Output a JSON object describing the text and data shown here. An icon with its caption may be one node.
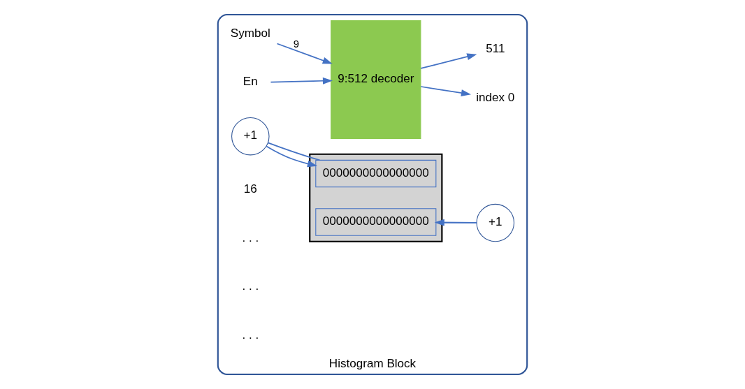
{
  "diagram": {
    "nodes": [
      {
        "text": [
          "Histogram Block"
        ]
      },
      {
        "text": [
          "Symbol"
        ],
        "in": 0
      },
      {
        "text": [
          "En"
        ],
        "in": 0
      },
      {
        "text": [
          "9:512 decoder"
        ],
        "in": 0
      },
      {
        "text": [
          "index 0"
        ],
        "in": 0
      },
      {
        "text": [
          "511"
        ],
        "in": 0
      },
      {
        "text": [
          "+1"
        ],
        "in": 0
      },
      {
        "text": [],
        "shape": "box",
        "in": 0
      },
      {
        "text": [
          "0000000000000000"
        ],
        "in": 7
      },
      {
        "text": [
          "0000000000000000"
        ],
        "in": 7
      },
      {
        "text": [
          "+1"
        ],
        "in": 0
      }
    ],
    "edges": [
      {
        "from": 1,
        "to": 3,
        "arrow": "to",
        "label": "9"
      },
      {
        "from": 2,
        "to": 3,
        "arrow": "to"
      },
      {
        "from": 3,
        "to": 4,
        "arrow": "to"
      },
      {
        "from": 3,
        "to": 5,
        "arrow": "to"
      },
      {
        "from": 8,
        "to": 6,
        "arrow": "none"
      },
      {
        "from": 6,
        "to": 8,
        "arrow": "to"
      },
      {
        "from": 9,
        "to": 10,
        "arrow": "none"
      },
      {
        "from": 10,
        "to": 9,
        "arrow": "to"
      }
    ],
    "labels": [
      "16",
      ". . .",
      ". . .",
      ". . ."
    ]
  }
}
